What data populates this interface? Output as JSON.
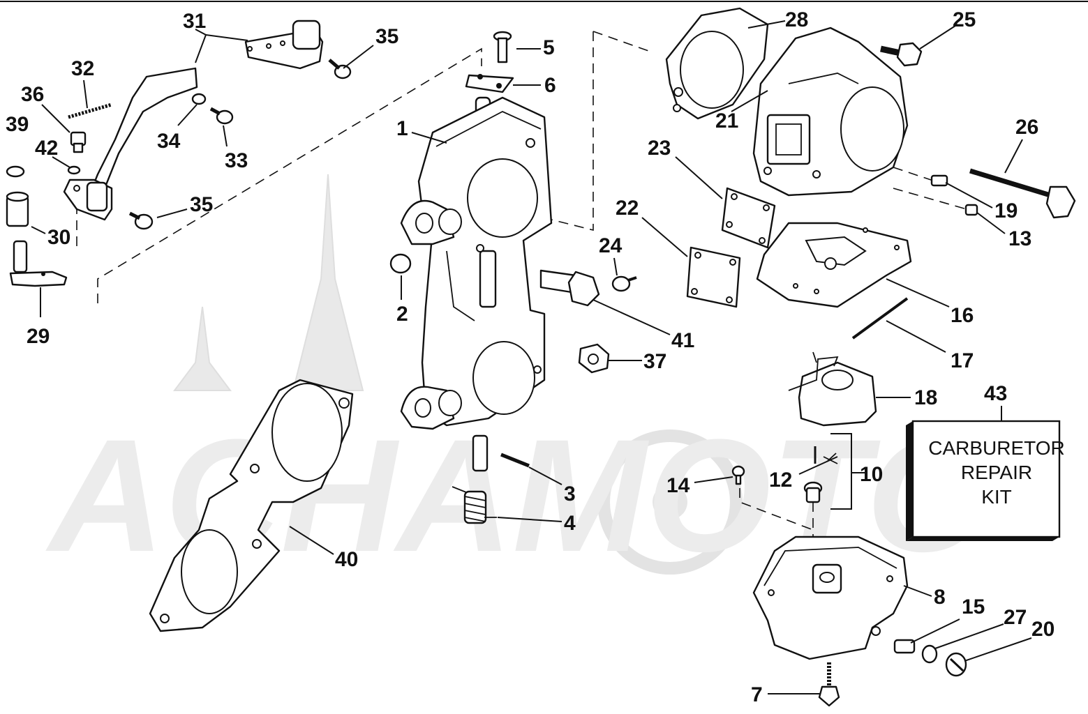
{
  "diagram": {
    "watermark": "ACHAMOTO",
    "kit_box": {
      "lines": [
        "CARBURETOR",
        "REPAIR",
        "KIT"
      ]
    },
    "callouts": {
      "c1": "1",
      "c2": "2",
      "c3": "3",
      "c4": "4",
      "c5": "5",
      "c6": "6",
      "c7": "7",
      "c8": "8",
      "c10": "10",
      "c12": "12",
      "c13": "13",
      "c14": "14",
      "c15": "15",
      "c16": "16",
      "c17": "17",
      "c18": "18",
      "c19": "19",
      "c20": "20",
      "c21": "21",
      "c22": "22",
      "c23": "23",
      "c24": "24",
      "c25": "25",
      "c26": "26",
      "c27": "27",
      "c28": "28",
      "c29": "29",
      "c30": "30",
      "c31": "31",
      "c32": "32",
      "c33": "33",
      "c34": "34",
      "c35a": "35",
      "c35b": "35",
      "c36": "36",
      "c37": "37",
      "c39": "39",
      "c40": "40",
      "c41": "41",
      "c42": "42",
      "c43": "43"
    }
  }
}
